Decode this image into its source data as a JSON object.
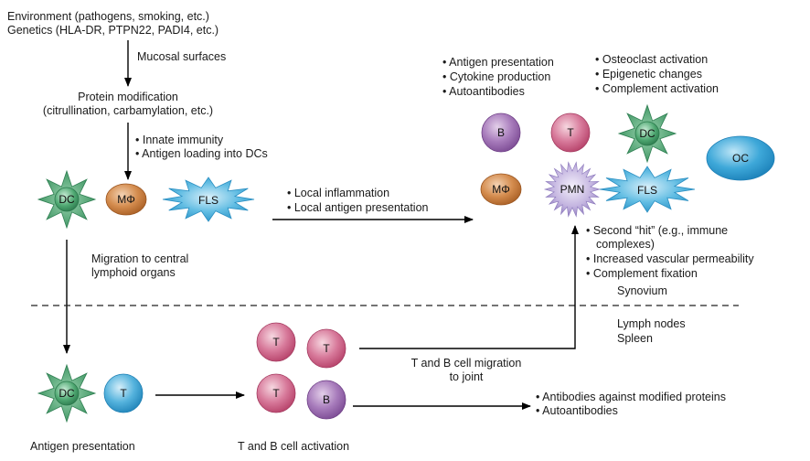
{
  "texts": {
    "env": "Environment (pathogens, smoking, etc.)",
    "genetics": "Genetics (HLA-DR, PTPN22, PADI4, etc.)",
    "mucosal": "Mucosal surfaces",
    "protein_mod": "Protein modification",
    "protein_mod_sub": "(citrullination, carbamylation, etc.)",
    "innate": "• Innate immunity",
    "antigen_loading": "• Antigen loading into DCs",
    "local_inflammation": "• Local inflammation",
    "local_antigen": "• Local antigen presentation",
    "migration1": "Migration to central",
    "migration2": "lymphoid organs",
    "antigen_pres_top": "• Antigen presentation",
    "cytokine": "• Cytokine production",
    "autoantibodies_top": "• Autoantibodies",
    "osteoclast": "• Osteoclast activation",
    "epigenetic": "• Epigenetic changes",
    "complement_act": "• Complement activation",
    "second_hit1": "• Second “hit” (e.g., immune",
    "second_hit2": "complexes)",
    "vascular": "• Increased vascular permeability",
    "complement_fix": "• Complement fixation",
    "synovium": "Synovium",
    "lymph": "Lymph nodes",
    "spleen": "Spleen",
    "tb_migration1": "T and B cell migration",
    "tb_migration2": "to joint",
    "antibodies_mod": "• Antibodies against modified proteins",
    "autoantibodies_bottom": "• Autoantibodies",
    "antigen_pres_bottom": "Antigen presentation",
    "tb_activation": "T and B cell activation"
  },
  "cells": {
    "dc": "DC",
    "mphi": "MΦ",
    "fls": "FLS",
    "b": "B",
    "t": "T",
    "pmn": "PMN",
    "oc": "OC"
  },
  "colors": {
    "dc_green": "#3f9a63",
    "dc_center": "#2f7f52",
    "macrophage": "#c8742f",
    "fls_blue": "#2b9fd0",
    "b_purple": "#8e59a6",
    "t_pink": "#c9527a",
    "pmn_purple": "#9a86c6",
    "oc_blue": "#2a9bd2",
    "t_blue": "#2d93c8"
  }
}
